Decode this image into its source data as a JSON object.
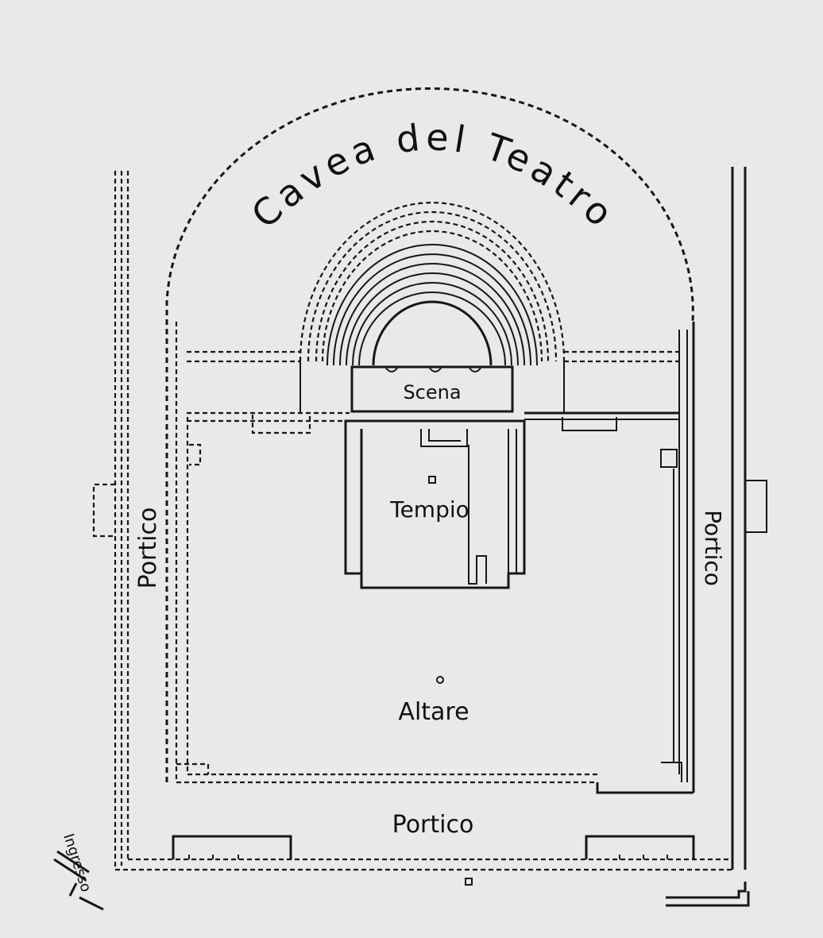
{
  "labels": {
    "cavea": "Cavea del Teatro",
    "scena": "Scena",
    "tempio": "Tempio",
    "altare": "Altare",
    "portico_left": "Portico",
    "portico_right": "Portico",
    "portico_bottom": "Portico",
    "ingresso": "Ingresso"
  },
  "colors": {
    "paper": "#e9e9e7",
    "ink": "#161616"
  }
}
